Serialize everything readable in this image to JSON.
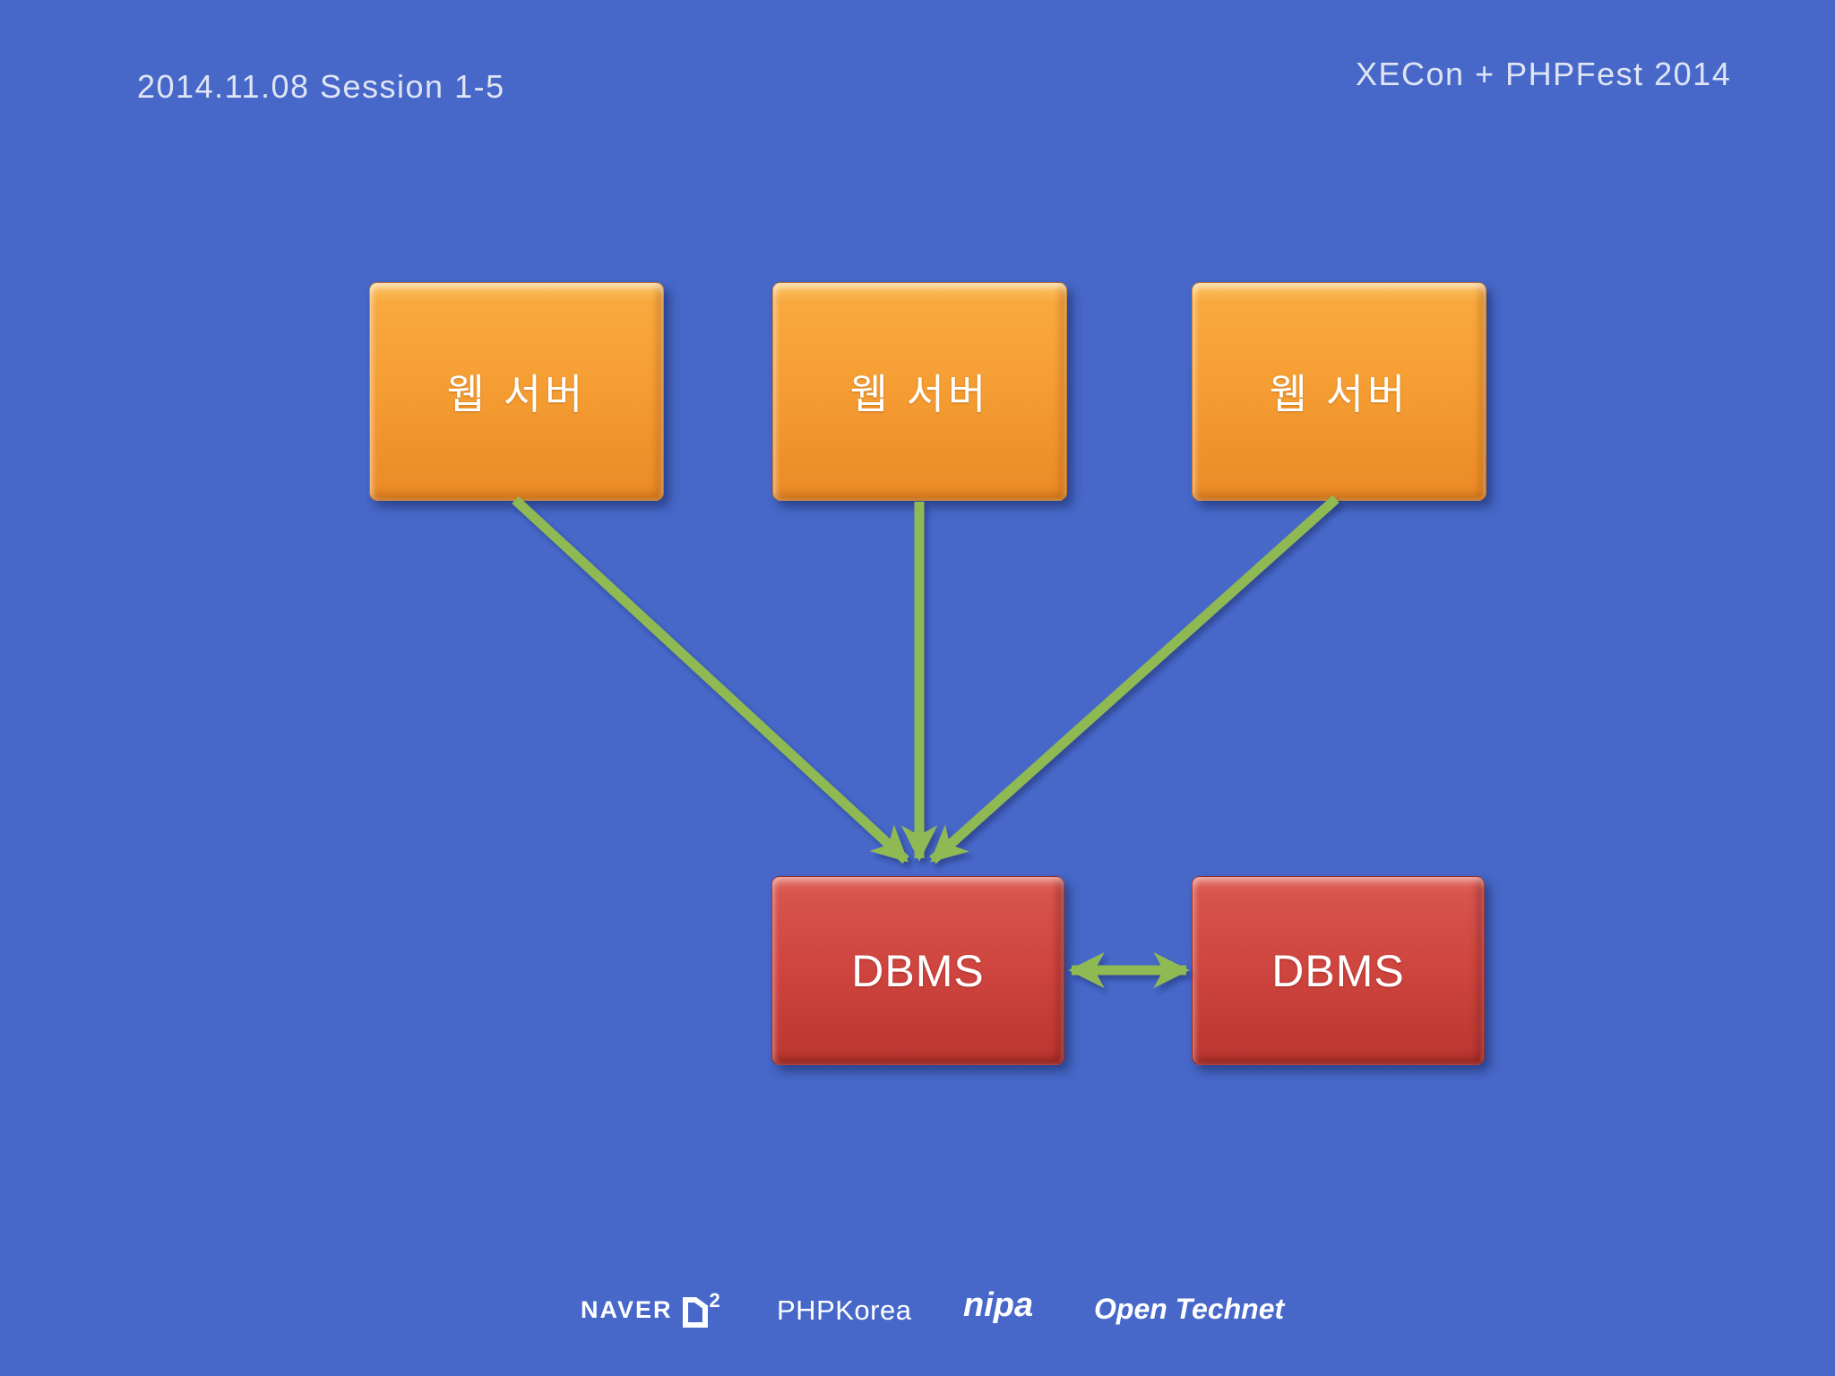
{
  "slide": {
    "header_left": "2014.11.08 Session 1-5",
    "header_right": "XECon + PHPFest 2014"
  },
  "diagram": {
    "type": "architecture-diagram",
    "web_servers": [
      {
        "label": "웹 서버"
      },
      {
        "label": "웹 서버"
      },
      {
        "label": "웹 서버"
      }
    ],
    "dbms": [
      {
        "label": "DBMS"
      },
      {
        "label": "DBMS"
      }
    ],
    "connections": [
      {
        "from": "web-server-1",
        "to": "dbms-1",
        "direction": "one-way"
      },
      {
        "from": "web-server-2",
        "to": "dbms-1",
        "direction": "one-way"
      },
      {
        "from": "web-server-3",
        "to": "dbms-1",
        "direction": "one-way"
      },
      {
        "from": "dbms-1",
        "to": "dbms-2",
        "direction": "two-way"
      }
    ],
    "colors": {
      "background": "#4768c9",
      "web_server_fill": "#f59d33",
      "dbms_fill": "#cf453f",
      "arrow": "#8fba52",
      "text": "#ffffff"
    }
  },
  "footer": {
    "logos": [
      {
        "name": "NAVER D2",
        "text": "NAVER",
        "suffix": "2"
      },
      {
        "name": "PHPKorea",
        "text": "PHPKorea"
      },
      {
        "name": "nipa",
        "text": "nipa"
      },
      {
        "name": "Open Technet",
        "text": "Open Technet"
      }
    ]
  }
}
